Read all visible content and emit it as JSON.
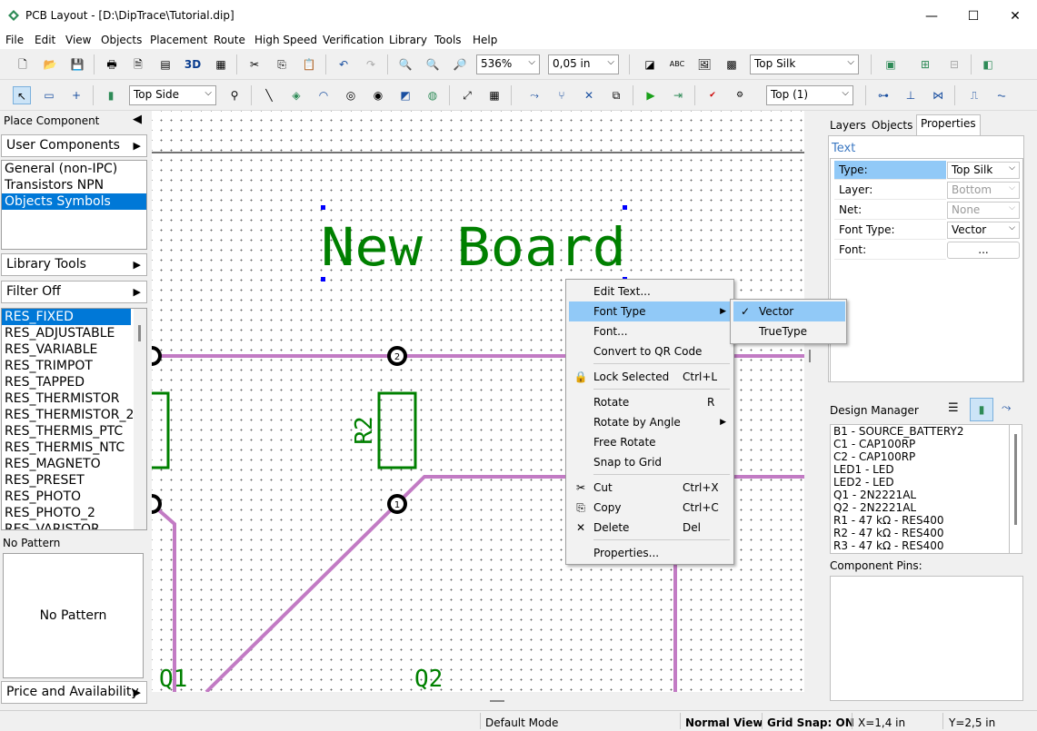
{
  "window": {
    "title": "PCB Layout - [D:\\DipTrace\\Tutorial.dip]",
    "minimize": "—",
    "maximize": "☐",
    "close": "✕"
  },
  "menu": [
    "File",
    "Edit",
    "View",
    "Objects",
    "Placement",
    "Route",
    "High Speed",
    "Verification",
    "Library",
    "Tools",
    "Help"
  ],
  "toolbar1": {
    "zoom": "536%",
    "grid": "0,05 in",
    "layer": "Top Silk",
    "label_3d": "3D"
  },
  "toolbar2": {
    "side": "Top Side",
    "layer": "Top (1)"
  },
  "left": {
    "place_component": "Place Component",
    "user_components": "User Components",
    "libraries": [
      "General (non-IPC)",
      "Transistors NPN",
      "Objects Symbols"
    ],
    "selected_library": 2,
    "library_tools": "Library Tools",
    "filter": "Filter Off",
    "components": [
      "RES_FIXED",
      "RES_ADJUSTABLE",
      "RES_VARIABLE",
      "RES_TRIMPOT",
      "RES_TAPPED",
      "RES_THERMISTOR",
      "RES_THERMISTOR_2",
      "RES_THERMIS_PTC",
      "RES_THERMIS_NTC",
      "RES_MAGNETO",
      "RES_PRESET",
      "RES_PHOTO",
      "RES_PHOTO_2",
      "RES_VARISTOR"
    ],
    "pattern_label": "No Pattern",
    "pattern_preview": "No Pattern",
    "price": "Price and Availability"
  },
  "canvas": {
    "text": "New Board",
    "labels": {
      "r2": "R2",
      "q1": "Q1",
      "q2": "Q2",
      "pad2": "2",
      "pad1": "1"
    }
  },
  "context_menu": {
    "items": [
      {
        "label": "Edit Text..."
      },
      {
        "label": "Font Type",
        "sub": true
      },
      {
        "label": "Font..."
      },
      {
        "label": "Convert to QR Code"
      },
      {
        "label": "Lock Selected",
        "shortcut": "Ctrl+L"
      },
      {
        "label": "Rotate",
        "shortcut": "R"
      },
      {
        "label": "Rotate by Angle",
        "sub": true
      },
      {
        "label": "Free Rotate"
      },
      {
        "label": "Snap to Grid"
      },
      {
        "label": "Cut",
        "shortcut": "Ctrl+X"
      },
      {
        "label": "Copy",
        "shortcut": "Ctrl+C"
      },
      {
        "label": "Delete",
        "shortcut": "Del"
      },
      {
        "label": "Properties..."
      }
    ],
    "submenu": [
      "Vector",
      "TrueType"
    ]
  },
  "right": {
    "tabs": [
      "Layers",
      "Objects",
      "Properties"
    ],
    "section": "Text",
    "props": [
      {
        "k": "Type:",
        "v": "Top Silk"
      },
      {
        "k": "Layer:",
        "v": "Bottom"
      },
      {
        "k": "Net:",
        "v": "None"
      },
      {
        "k": "Font Type:",
        "v": "Vector"
      },
      {
        "k": "Font:",
        "v": "..."
      }
    ],
    "design_manager": "Design Manager",
    "dm_items": [
      "B1 - SOURCE_BATTERY2",
      "C1 - CAP100RP",
      "C2 - CAP100RP",
      "LED1 - LED",
      "LED2 - LED",
      "Q1 - 2N2221AL",
      "Q2 - 2N2221AL",
      "R1 - 47 kΩ - RES400",
      "R2 - 47 kΩ - RES400",
      "R3 - 47 kΩ - RES400"
    ],
    "component_pins": "Component Pins:"
  },
  "status": {
    "mode": "Default Mode",
    "view": "Normal View",
    "snap": "Grid Snap: ON",
    "x": "X=1,4 in",
    "y": "Y=2,5 in"
  },
  "colors": {
    "trace": "#c27bc4",
    "silk": "#008000",
    "select": "#0078d7",
    "highlight": "#91c9f7"
  }
}
